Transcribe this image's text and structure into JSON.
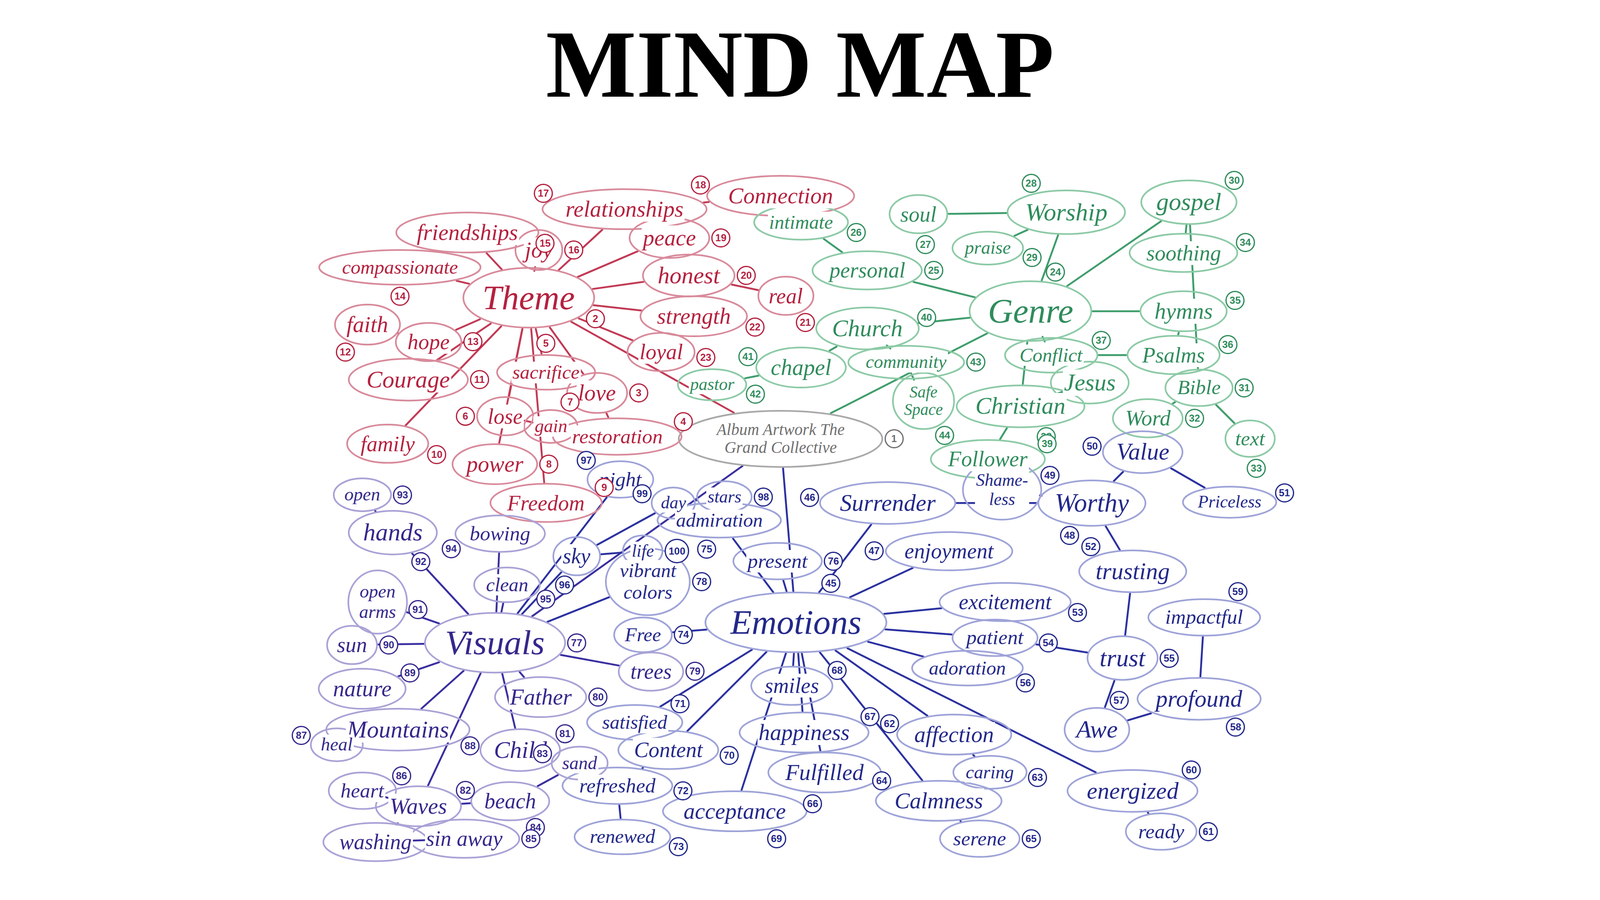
{
  "diagram": {
    "title": "MIND MAP",
    "nodes": [
      {
        "text": [
          "Album Artwork The Grand Collective"
        ]
      },
      {
        "text": [
          "Theme"
        ]
      },
      {
        "text": [
          "friendships"
        ]
      },
      {
        "text": [
          "joy"
        ]
      },
      {
        "text": [
          "relationships"
        ]
      },
      {
        "text": [
          "Connection"
        ]
      },
      {
        "text": [
          "peace"
        ]
      },
      {
        "text": [
          "honest"
        ]
      },
      {
        "text": [
          "real"
        ]
      },
      {
        "text": [
          "strength"
        ]
      },
      {
        "text": [
          "loyal"
        ]
      },
      {
        "text": [
          "compassionate"
        ]
      },
      {
        "text": [
          "faith"
        ]
      },
      {
        "text": [
          "hope"
        ]
      },
      {
        "text": [
          "Courage"
        ]
      },
      {
        "text": [
          "sacrifice"
        ]
      },
      {
        "text": [
          "lose"
        ]
      },
      {
        "text": [
          "gain"
        ]
      },
      {
        "text": [
          "love"
        ]
      },
      {
        "text": [
          "restoration"
        ]
      },
      {
        "text": [
          "family"
        ]
      },
      {
        "text": [
          "power"
        ]
      },
      {
        "text": [
          "Freedom"
        ]
      },
      {
        "text": [
          "Genre"
        ]
      },
      {
        "text": [
          "soul"
        ]
      },
      {
        "text": [
          "Worship"
        ]
      },
      {
        "text": [
          "praise"
        ]
      },
      {
        "text": [
          "gospel"
        ]
      },
      {
        "text": [
          "soothing"
        ]
      },
      {
        "text": [
          "hymns"
        ]
      },
      {
        "text": [
          "Psalms"
        ]
      },
      {
        "text": [
          "Bible"
        ]
      },
      {
        "text": [
          "Word"
        ]
      },
      {
        "text": [
          "text"
        ]
      },
      {
        "text": [
          "intimate"
        ]
      },
      {
        "text": [
          "personal"
        ]
      },
      {
        "text": [
          "Church"
        ]
      },
      {
        "text": [
          "chapel"
        ]
      },
      {
        "text": [
          "pastor"
        ]
      },
      {
        "text": [
          "community"
        ]
      },
      {
        "text": [
          "Safe Space"
        ]
      },
      {
        "text": [
          "Conflict"
        ]
      },
      {
        "text": [
          "Jesus"
        ]
      },
      {
        "text": [
          "Christian"
        ]
      },
      {
        "text": [
          "Follower"
        ]
      },
      {
        "text": [
          "Emotions"
        ]
      },
      {
        "text": [
          "Surrender"
        ]
      },
      {
        "text": [
          "enjoyment"
        ]
      },
      {
        "text": [
          "Shame- less"
        ]
      },
      {
        "text": [
          "Worthy"
        ]
      },
      {
        "text": [
          "Value"
        ]
      },
      {
        "text": [
          "Priceless"
        ]
      },
      {
        "text": [
          "trusting"
        ]
      },
      {
        "text": [
          "excitement"
        ]
      },
      {
        "text": [
          "patient"
        ]
      },
      {
        "text": [
          "trust"
        ]
      },
      {
        "text": [
          "adoration"
        ]
      },
      {
        "text": [
          "Awe"
        ]
      },
      {
        "text": [
          "profound"
        ]
      },
      {
        "text": [
          "impactful"
        ]
      },
      {
        "text": [
          "energized"
        ]
      },
      {
        "text": [
          "ready"
        ]
      },
      {
        "text": [
          "affection"
        ]
      },
      {
        "text": [
          "caring"
        ]
      },
      {
        "text": [
          "Calmness"
        ]
      },
      {
        "text": [
          "serene"
        ]
      },
      {
        "text": [
          "Fulfilled"
        ]
      },
      {
        "text": [
          "happiness"
        ]
      },
      {
        "text": [
          "smiles"
        ]
      },
      {
        "text": [
          "acceptance"
        ]
      },
      {
        "text": [
          "Content"
        ]
      },
      {
        "text": [
          "satisfied"
        ]
      },
      {
        "text": [
          "refreshed"
        ]
      },
      {
        "text": [
          "renewed"
        ]
      },
      {
        "text": [
          "Free"
        ]
      },
      {
        "text": [
          "present"
        ]
      },
      {
        "text": [
          "admiration"
        ]
      },
      {
        "text": [
          "vibrant colors"
        ]
      },
      {
        "text": [
          "life"
        ]
      },
      {
        "text": [
          "day"
        ]
      },
      {
        "text": [
          "stars"
        ]
      },
      {
        "text": [
          "sky"
        ]
      },
      {
        "text": [
          "night"
        ]
      },
      {
        "text": [
          "Visuals"
        ]
      },
      {
        "text": [
          "trees"
        ]
      },
      {
        "text": [
          "open"
        ]
      },
      {
        "text": [
          "hands"
        ]
      },
      {
        "text": [
          "bowing"
        ]
      },
      {
        "text": [
          "clean"
        ]
      },
      {
        "text": [
          "open arms"
        ]
      },
      {
        "text": [
          "sun"
        ]
      },
      {
        "text": [
          "nature"
        ]
      },
      {
        "text": [
          "Mountains"
        ]
      },
      {
        "text": [
          "Father"
        ]
      },
      {
        "text": [
          "Child"
        ]
      },
      {
        "text": [
          "heal"
        ]
      },
      {
        "text": [
          "heart"
        ]
      },
      {
        "text": [
          "Waves"
        ]
      },
      {
        "text": [
          "beach"
        ]
      },
      {
        "text": [
          "sand"
        ]
      },
      {
        "text": [
          "washing"
        ]
      },
      {
        "text": [
          "sin away"
        ]
      }
    ],
    "edges": [
      {
        "from": 0,
        "to": 1,
        "arrow": "none"
      },
      {
        "from": 0,
        "to": 23,
        "arrow": "none"
      },
      {
        "from": 0,
        "to": 45,
        "arrow": "none"
      },
      {
        "from": 0,
        "to": 83,
        "arrow": "none"
      },
      {
        "from": 1,
        "to": 2,
        "arrow": "none"
      },
      {
        "from": 1,
        "to": 3,
        "arrow": "none"
      },
      {
        "from": 1,
        "to": 4,
        "arrow": "none"
      },
      {
        "from": 4,
        "to": 5,
        "arrow": "none"
      },
      {
        "from": 1,
        "to": 6,
        "arrow": "none"
      },
      {
        "from": 1,
        "to": 7,
        "arrow": "none"
      },
      {
        "from": 7,
        "to": 8,
        "arrow": "none"
      },
      {
        "from": 1,
        "to": 9,
        "arrow": "none"
      },
      {
        "from": 1,
        "to": 10,
        "arrow": "none"
      },
      {
        "from": 1,
        "to": 11,
        "arrow": "none"
      },
      {
        "from": 1,
        "to": 13,
        "arrow": "none"
      },
      {
        "from": 13,
        "to": 12,
        "arrow": "none"
      },
      {
        "from": 1,
        "to": 14,
        "arrow": "none"
      },
      {
        "from": 1,
        "to": 15,
        "arrow": "none"
      },
      {
        "from": 1,
        "to": 16,
        "arrow": "none"
      },
      {
        "from": 16,
        "to": 17,
        "arrow": "none"
      },
      {
        "from": 1,
        "to": 18,
        "arrow": "none"
      },
      {
        "from": 18,
        "to": 19,
        "arrow": "none"
      },
      {
        "from": 1,
        "to": 20,
        "arrow": "none"
      },
      {
        "from": 1,
        "to": 21,
        "arrow": "none"
      },
      {
        "from": 1,
        "to": 22,
        "arrow": "none"
      },
      {
        "from": 23,
        "to": 35,
        "arrow": "none"
      },
      {
        "from": 35,
        "to": 34,
        "arrow": "none"
      },
      {
        "from": 23,
        "to": 25,
        "arrow": "none"
      },
      {
        "from": 25,
        "to": 24,
        "arrow": "none"
      },
      {
        "from": 25,
        "to": 26,
        "arrow": "none"
      },
      {
        "from": 23,
        "to": 27,
        "arrow": "none"
      },
      {
        "from": 27,
        "to": 28,
        "arrow": "none"
      },
      {
        "from": 27,
        "to": 31,
        "arrow": "none"
      },
      {
        "from": 31,
        "to": 32,
        "arrow": "none"
      },
      {
        "from": 31,
        "to": 33,
        "arrow": "none"
      },
      {
        "from": 23,
        "to": 29,
        "arrow": "none"
      },
      {
        "from": 29,
        "to": 30,
        "arrow": "none"
      },
      {
        "from": 23,
        "to": 41,
        "arrow": "none"
      },
      {
        "from": 41,
        "to": 30,
        "arrow": "none"
      },
      {
        "from": 23,
        "to": 43,
        "arrow": "none"
      },
      {
        "from": 43,
        "to": 42,
        "arrow": "none"
      },
      {
        "from": 43,
        "to": 44,
        "arrow": "none"
      },
      {
        "from": 23,
        "to": 36,
        "arrow": "none"
      },
      {
        "from": 36,
        "to": 37,
        "arrow": "none"
      },
      {
        "from": 37,
        "to": 38,
        "arrow": "none"
      },
      {
        "from": 36,
        "to": 39,
        "arrow": "none"
      },
      {
        "from": 39,
        "to": 40,
        "arrow": "none"
      },
      {
        "from": 45,
        "to": 46,
        "arrow": "none"
      },
      {
        "from": 45,
        "to": 75,
        "arrow": "none"
      },
      {
        "from": 45,
        "to": 76,
        "arrow": "none"
      },
      {
        "from": 45,
        "to": 47,
        "arrow": "none"
      },
      {
        "from": 45,
        "to": 53,
        "arrow": "none"
      },
      {
        "from": 45,
        "to": 54,
        "arrow": "none"
      },
      {
        "from": 45,
        "to": 56,
        "arrow": "none"
      },
      {
        "from": 45,
        "to": 62,
        "arrow": "none"
      },
      {
        "from": 62,
        "to": 63,
        "arrow": "none"
      },
      {
        "from": 45,
        "to": 60,
        "arrow": "none"
      },
      {
        "from": 60,
        "to": 61,
        "arrow": "none"
      },
      {
        "from": 45,
        "to": 64,
        "arrow": "none"
      },
      {
        "from": 64,
        "to": 65,
        "arrow": "none"
      },
      {
        "from": 45,
        "to": 66,
        "arrow": "none"
      },
      {
        "from": 45,
        "to": 67,
        "arrow": "none"
      },
      {
        "from": 45,
        "to": 68,
        "arrow": "none"
      },
      {
        "from": 45,
        "to": 69,
        "arrow": "none"
      },
      {
        "from": 45,
        "to": 70,
        "arrow": "none"
      },
      {
        "from": 45,
        "to": 71,
        "arrow": "none"
      },
      {
        "from": 70,
        "to": 72,
        "arrow": "none"
      },
      {
        "from": 72,
        "to": 73,
        "arrow": "none"
      },
      {
        "from": 45,
        "to": 74,
        "arrow": "none"
      },
      {
        "from": 46,
        "to": 49,
        "arrow": "none"
      },
      {
        "from": 48,
        "to": 49,
        "arrow": "none"
      },
      {
        "from": 49,
        "to": 50,
        "arrow": "none"
      },
      {
        "from": 50,
        "to": 51,
        "arrow": "none"
      },
      {
        "from": 49,
        "to": 52,
        "arrow": "none"
      },
      {
        "from": 52,
        "to": 55,
        "arrow": "none"
      },
      {
        "from": 54,
        "to": 55,
        "arrow": "none"
      },
      {
        "from": 55,
        "to": 57,
        "arrow": "none"
      },
      {
        "from": 57,
        "to": 58,
        "arrow": "none"
      },
      {
        "from": 58,
        "to": 59,
        "arrow": "none"
      },
      {
        "from": 83,
        "to": 84,
        "arrow": "none"
      },
      {
        "from": 83,
        "to": 86,
        "arrow": "none"
      },
      {
        "from": 86,
        "to": 85,
        "arrow": "none"
      },
      {
        "from": 83,
        "to": 87,
        "arrow": "none"
      },
      {
        "from": 83,
        "to": 88,
        "arrow": "none"
      },
      {
        "from": 83,
        "to": 89,
        "arrow": "none"
      },
      {
        "from": 83,
        "to": 90,
        "arrow": "none"
      },
      {
        "from": 83,
        "to": 91,
        "arrow": "none"
      },
      {
        "from": 83,
        "to": 92,
        "arrow": "none"
      },
      {
        "from": 92,
        "to": 95,
        "arrow": "none"
      },
      {
        "from": 83,
        "to": 93,
        "arrow": "none"
      },
      {
        "from": 83,
        "to": 94,
        "arrow": "none"
      },
      {
        "from": 83,
        "to": 97,
        "arrow": "none"
      },
      {
        "from": 97,
        "to": 96,
        "arrow": "none"
      },
      {
        "from": 97,
        "to": 100,
        "arrow": "none"
      },
      {
        "from": 100,
        "to": 101,
        "arrow": "none"
      },
      {
        "from": 97,
        "to": 98,
        "arrow": "none"
      },
      {
        "from": 98,
        "to": 99,
        "arrow": "none"
      },
      {
        "from": 83,
        "to": 81,
        "arrow": "none"
      },
      {
        "from": 81,
        "to": 78,
        "arrow": "none"
      },
      {
        "from": 81,
        "to": 79,
        "arrow": "none"
      },
      {
        "from": 79,
        "to": 80,
        "arrow": "none"
      },
      {
        "from": 83,
        "to": 82,
        "arrow": "none"
      },
      {
        "from": 83,
        "to": 77,
        "arrow": "none"
      }
    ],
    "labels": [
      "1",
      "2",
      "15",
      "16",
      "17",
      "18",
      "19",
      "20",
      "21",
      "22",
      "23",
      "14",
      "12",
      "13",
      "11",
      "5",
      "6",
      "7",
      "3",
      "4",
      "10",
      "8",
      "9",
      "24",
      "27",
      "28",
      "29",
      "30",
      "34",
      "35",
      "36",
      "31",
      "32",
      "33",
      "26",
      "25",
      "40",
      "41",
      "42",
      "43",
      "44",
      "37",
      "38",
      "39",
      "45",
      "46",
      "47",
      "49",
      "48",
      "50",
      "51",
      "52",
      "53",
      "54",
      "55",
      "56",
      "57",
      "58",
      "59",
      "60",
      "61",
      "62",
      "63",
      "64",
      "65",
      "66",
      "67",
      "68",
      "69",
      "70",
      "71",
      "72",
      "73",
      "74",
      "76",
      "75",
      "78",
      "100",
      "99",
      "98",
      "96",
      "97",
      "77",
      "79",
      "93",
      "92",
      "94",
      "95",
      "91",
      "90",
      "89",
      "88",
      "80",
      "81",
      "87",
      "86",
      "82",
      "84",
      "83",
      "85"
    ]
  }
}
